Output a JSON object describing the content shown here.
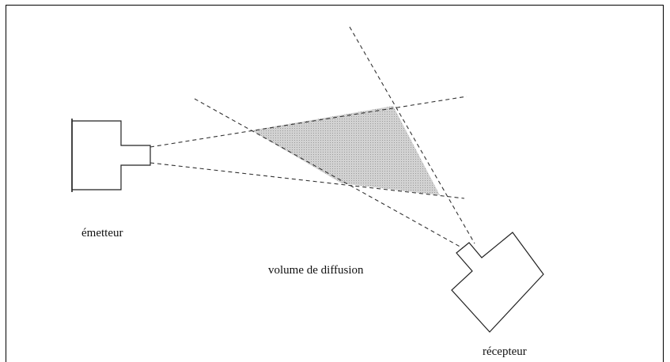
{
  "labels": {
    "emitter": "émetteur",
    "scattering_volume": "volume de diffusion",
    "receiver": "récepteur"
  },
  "colors": {
    "line": "#333333",
    "shaded_region": "#c8c8c8",
    "frame": "#000000"
  }
}
